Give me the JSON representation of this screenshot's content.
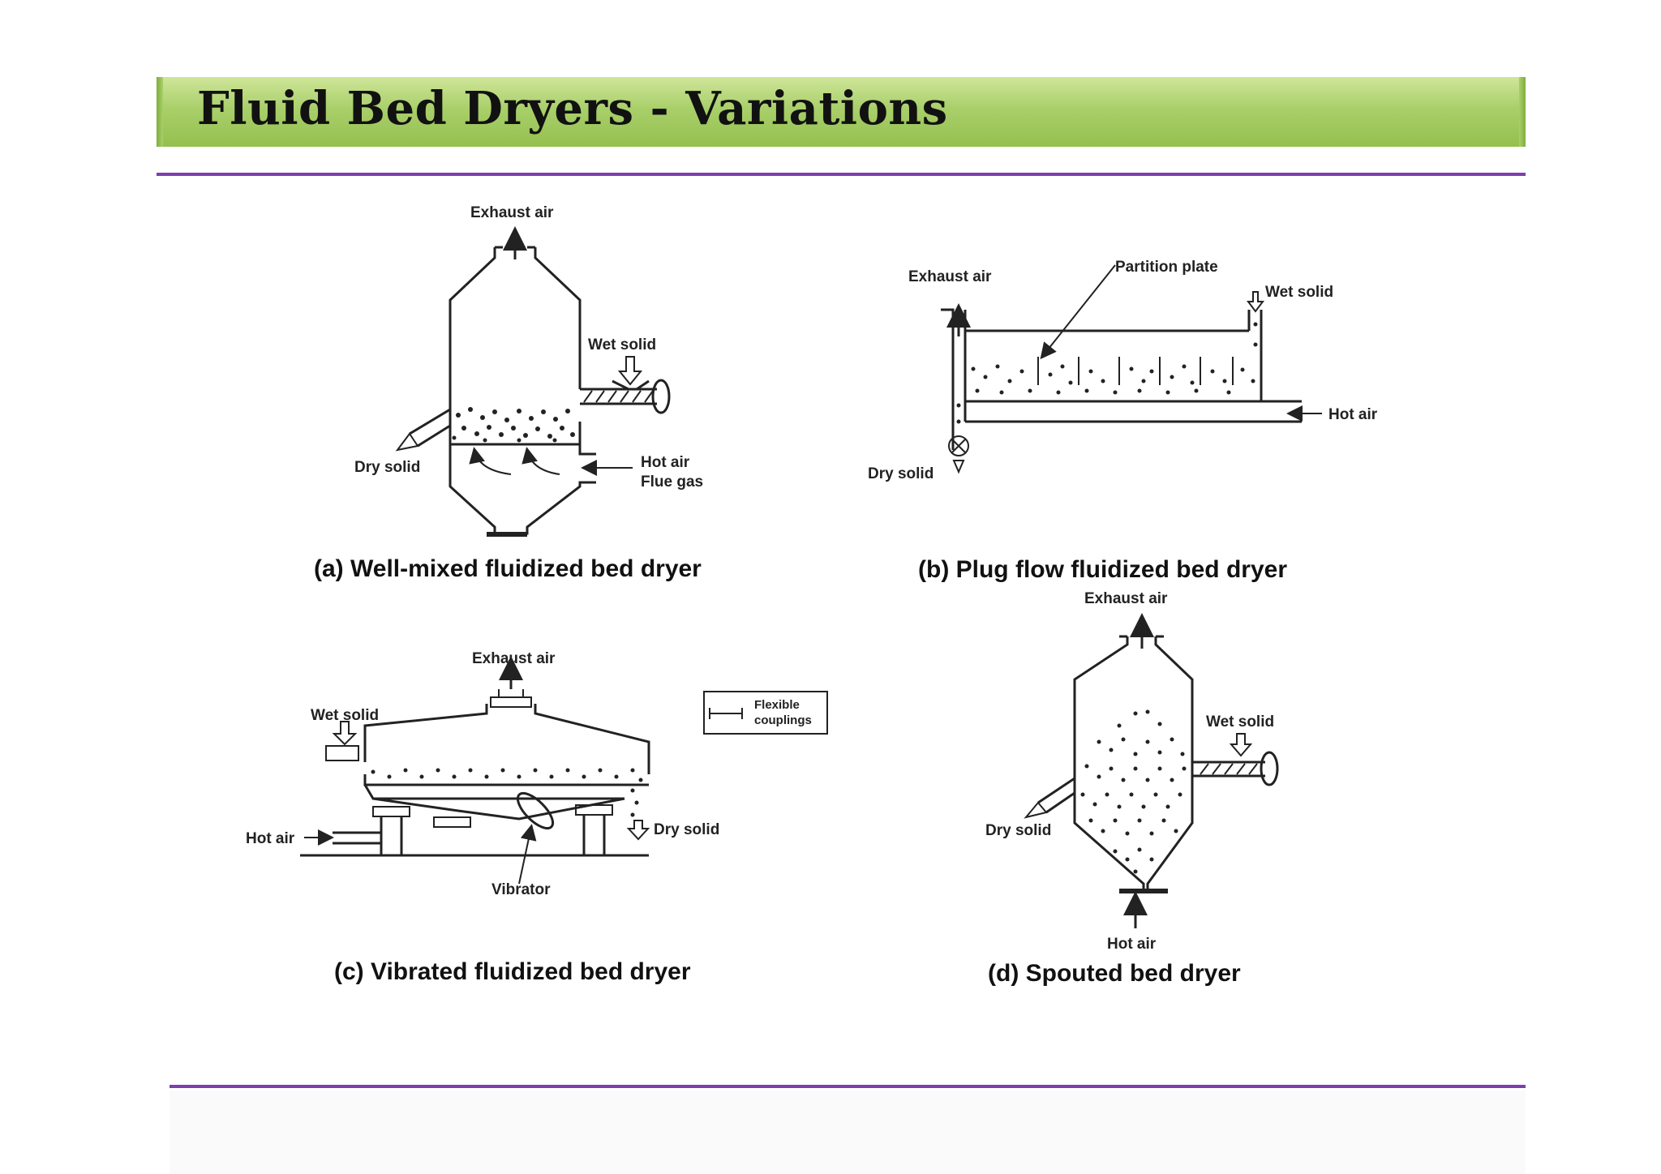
{
  "title": "Fluid Bed Dryers - Variations",
  "panel_a": {
    "exhaust": "Exhaust air",
    "wet_solid": "Wet solid",
    "dry_solid": "Dry solid",
    "hot_air": "Hot air",
    "flue_gas": "Flue gas",
    "caption": "(a) Well-mixed fluidized bed dryer"
  },
  "panel_b": {
    "exhaust": "Exhaust air",
    "partition": "Partition plate",
    "wet_solid": "Wet solid",
    "hot_air": "Hot air",
    "dry_solid": "Dry solid",
    "caption": "(b) Plug flow fluidized bed dryer"
  },
  "panel_c": {
    "exhaust": "Exhaust air",
    "wet_solid": "Wet solid",
    "hot_air": "Hot air",
    "dry_solid": "Dry solid",
    "vibrator": "Vibrator",
    "legend_line1": "Flexible",
    "legend_line2": "couplings",
    "caption": "(c) Vibrated fluidized bed dryer"
  },
  "panel_d": {
    "exhaust": "Exhaust air",
    "wet_solid": "Wet solid",
    "dry_solid": "Dry solid",
    "hot_air": "Hot air",
    "caption": "(d) Spouted bed dryer"
  }
}
